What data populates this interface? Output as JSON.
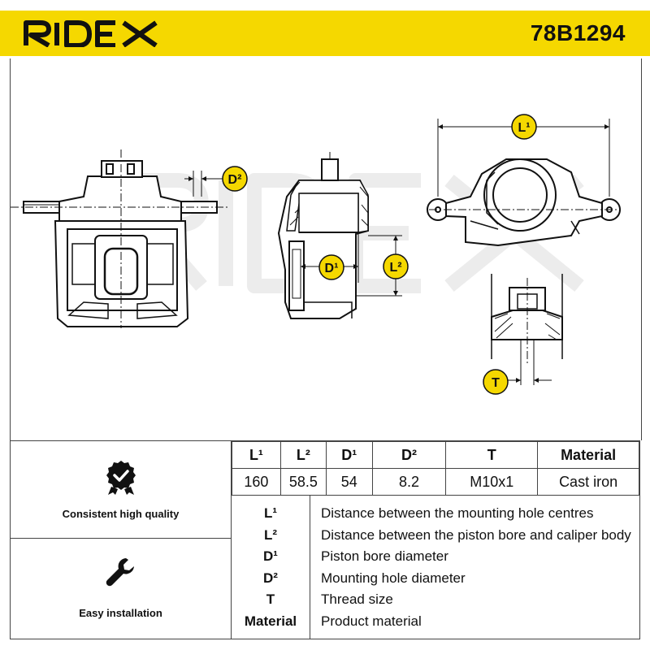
{
  "header": {
    "brand": "RIDEX",
    "part_number": "78B1294"
  },
  "labels": {
    "l1": "L¹",
    "l2": "L²",
    "d1": "D¹",
    "d2": "D²",
    "t": "T"
  },
  "features": [
    {
      "label": "Consistent high quality",
      "icon": "quality-badge-icon"
    },
    {
      "label": "Easy installation",
      "icon": "wrench-icon"
    }
  ],
  "table": {
    "headers": [
      "L¹",
      "L²",
      "D¹",
      "D²",
      "T",
      "Material"
    ],
    "values": [
      "160",
      "58.5",
      "54",
      "8.2",
      "M10x1",
      "Cast iron"
    ]
  },
  "definitions": [
    {
      "key": "L¹",
      "text": "Distance between the mounting hole centres"
    },
    {
      "key": "L²",
      "text": "Distance between the piston bore and caliper body"
    },
    {
      "key": "D¹",
      "text": "Piston bore diameter"
    },
    {
      "key": "D²",
      "text": "Mounting hole diameter"
    },
    {
      "key": "T",
      "text": "Thread size"
    },
    {
      "key": "Material",
      "text": "Product material"
    }
  ],
  "colors": {
    "brand_yellow": "#f5d800",
    "ink": "#111111"
  }
}
